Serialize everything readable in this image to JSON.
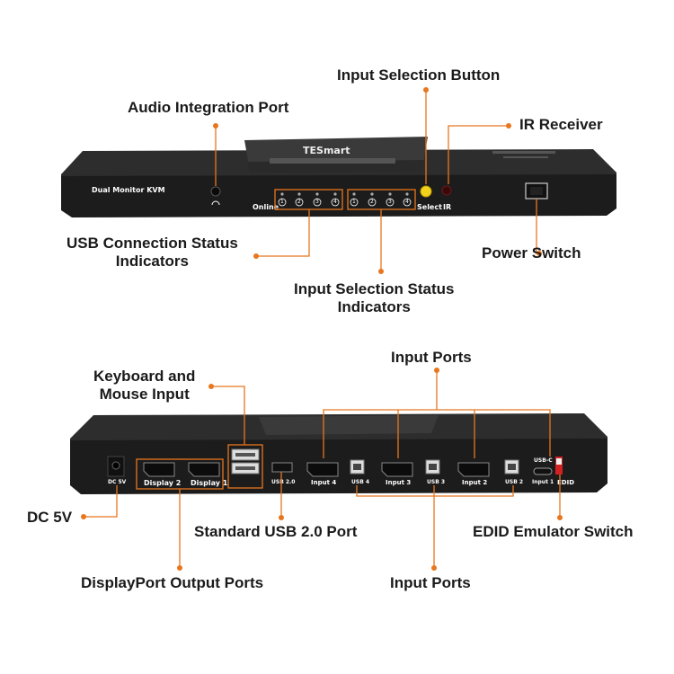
{
  "colors": {
    "accent": "#e8761e",
    "device_body": "#1e1e1e",
    "device_top": "#2b2b2b",
    "text": "#1a1a1a"
  },
  "front_panel": {
    "brand": "TESmart",
    "model_text": "Dual Monitor KVM",
    "online_label": "Online",
    "select_label": "Select",
    "ir_label": "IR",
    "online_numbers": [
      "1",
      "2",
      "3",
      "4"
    ],
    "input_numbers": [
      "1",
      "2",
      "3",
      "4"
    ]
  },
  "front_labels": {
    "input_selection_button": "Input Selection Button",
    "audio_port": "Audio Integration Port",
    "ir_receiver": "IR Receiver",
    "usb_status_line1": "USB Connection Status",
    "usb_status_line2": "Indicators",
    "power_switch": "Power Switch",
    "input_status_line1": "Input Selection Status",
    "input_status_line2": "Indicators"
  },
  "back_panel": {
    "dc_label": "DC 5V",
    "display_2": "Display 2",
    "display_1": "Display 1",
    "usb_20": "USB 2.0",
    "input_4": "Input 4",
    "usb_4": "USB 4",
    "input_3": "Input 3",
    "usb_3": "USB 3",
    "input_2": "Input 2",
    "usb_2": "USB 2",
    "usb_c": "USB-C",
    "input_1": "Input 1",
    "edid": "EDID"
  },
  "back_labels": {
    "input_ports_top": "Input Ports",
    "keyboard_line1": "Keyboard and",
    "keyboard_line2": "Mouse Input",
    "dc5v": "DC 5V",
    "standard_usb": "Standard USB 2.0 Port",
    "edid_switch": "EDID Emulator Switch",
    "displayport_out": "DisplayPort Output Ports",
    "input_ports_bottom": "Input Ports"
  }
}
